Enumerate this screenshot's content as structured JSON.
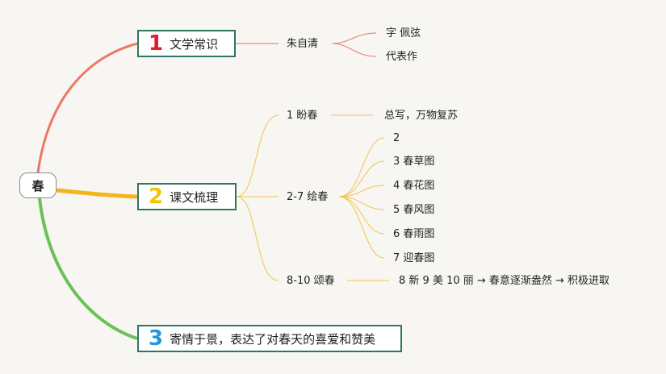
{
  "root": {
    "label": "春"
  },
  "topics": [
    {
      "number": "1",
      "label": "文学常识",
      "color": "#e01d2d",
      "branch_color": "#ee7766"
    },
    {
      "number": "2",
      "label": "课文梳理",
      "color": "#f2c500",
      "branch_color": "#f5b31d"
    },
    {
      "number": "3",
      "label": "寄情于景，表达了对春天的喜爱和赞美",
      "color": "#2496dc",
      "branch_color": "#6cc05a"
    }
  ],
  "literature": {
    "author": "朱自清",
    "details": [
      "字 佩弦",
      "代表作"
    ]
  },
  "structure": {
    "sections": [
      {
        "label": "1 盼春",
        "detail": "总写，万物复苏"
      },
      {
        "label": "2-7 绘春",
        "pictures": [
          "2",
          "3 春草图",
          "4 春花图",
          "5 春风图",
          "6 春雨图",
          "7 迎春图"
        ]
      },
      {
        "label": "8-10 颂春",
        "detail": "8 新 9 美 10 丽 → 春意逐渐盎然 → 积极进取"
      }
    ]
  }
}
